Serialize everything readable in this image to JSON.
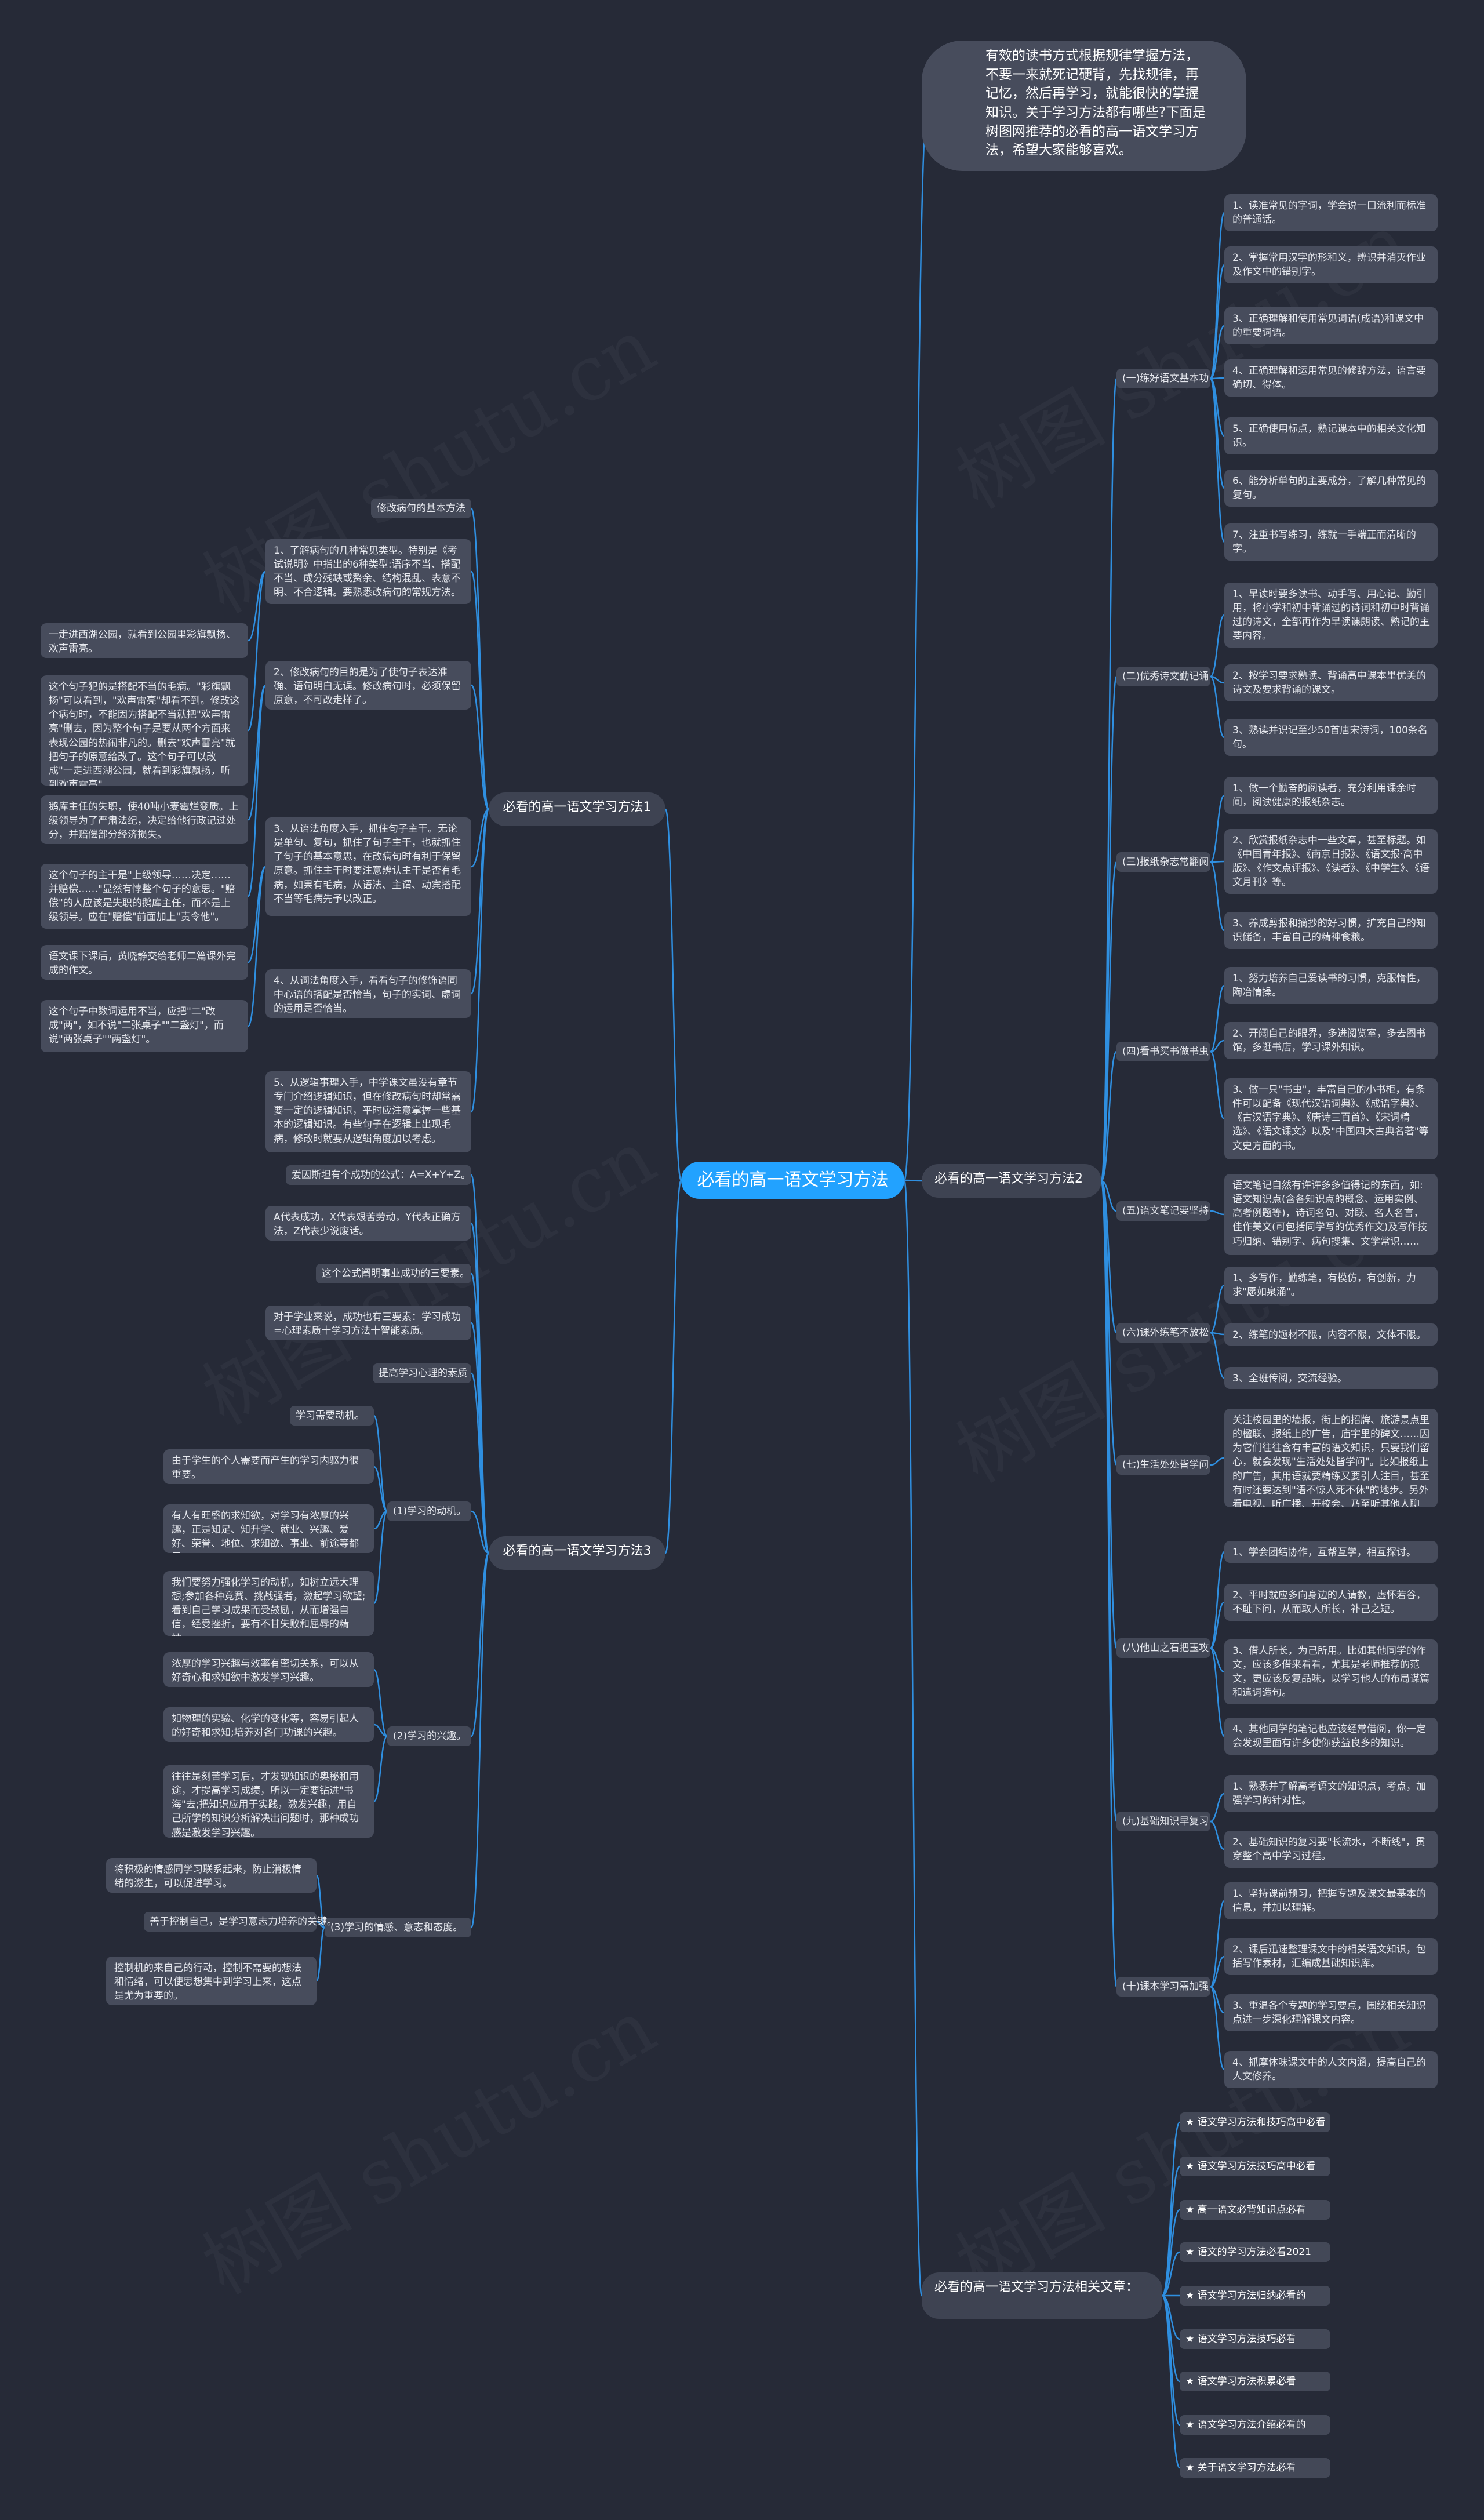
{
  "colors": {
    "background": "#262a37",
    "root": "#22a2ff",
    "line": "#2f8fe0",
    "node": "#474c5c",
    "text": "#e6e8ee"
  },
  "watermark": "树图 shutu.cn",
  "root": "必看的高一语文学习方法",
  "intro": "有效的读书方式根据规律掌握方法，不要一来就死记硬背，先找规律，再记忆，然后再学习，就能很快的掌握知识。关于学习方法都有哪些?下面是树图网推荐的必看的高一语文学习方法，希望大家能够喜欢。",
  "m1": {
    "label": "必看的高一语文学习方法1",
    "items": [
      "修改病句的基本方法",
      "1、了解病句的几种常见类型。特别是《考试说明》中指出的6种类型:语序不当、搭配不当、成分残缺或赘余、结构混乱、表意不明、不合逻辑。要熟悉改病句的常规方法。",
      "2、修改病句的目的是为了使句子表达准确、语句明白无误。修改病句时，必须保留原意，不可改走样了。",
      "3、从语法角度入手，抓住句子主干。无论是单句、复句，抓住了句子主干，也就抓住了句子的基本意思，在改病句时有利于保留原意。抓住主干时要注意辨认主干是否有毛病，如果有毛病，从语法、主谓、动宾搭配不当等毛病先予以改正。",
      "4、从词法角度入手，看看句子的修饰语同中心语的搭配是否恰当，句子的实词、虚词的运用是否恰当。",
      "5、从逻辑事理入手，中学课文虽没有章节专门介绍逻辑知识，但在修改病句时却常需要一定的逻辑知识，平时应注意掌握一些基本的逻辑知识。有些句子在逻辑上出现毛病，修改时就要从逻辑角度加以考虑。"
    ],
    "subs": {
      "s2a": "一走进西湖公园，就看到公园里彩旗飘扬、欢声雷亮。",
      "s2b": "这个句子犯的是搭配不当的毛病。\"彩旗飘扬\"可以看到，\"欢声雷亮\"却看不到。修改这个病句时，不能因为搭配不当就把\"欢声雷亮\"删去，因为整个句子是要从两个方面来表现公园的热闹非凡的。删去\"欢声雷亮\"就把句子的原意给改了。这个句子可以改成\"一走进西湖公园，就看到彩旗飘扬，听到欢声雷亮\"。",
      "s3a": "鹅库主任的失职，使40吨小麦霉烂变质。上级领导为了严肃法纪，决定给他行政记过处分，并赔偿部分经济损失。",
      "s3b": "这个句子的主干是\"上级领导……决定……并赔偿……\"显然有悖整个句子的意思。\"赔偿\"的人应该是失职的鹅库主任，而不是上级领导。应在\"赔偿\"前面加上\"责令他\"。",
      "s4a": "语文课下课后，黄晓静交给老师二篇课外完成的作文。",
      "s4b": "这个句子中数词运用不当，应把\"二\"改成\"两\"，如不说\"二张桌子\"\"二盏灯\"，而说\"两张桌子\"\"两盏灯\"。"
    }
  },
  "m3": {
    "label": "必看的高一语文学习方法3",
    "items": [
      "爱因斯坦有个成功的公式：A=X+Y+Z。",
      "A代表成功，X代表艰苦劳动，Y代表正确方法，Z代表少说废话。",
      "这个公式阐明事业成功的三要素。",
      "对于学业来说，成功也有三要素：学习成功=心理素质十学习方法十智能素质。",
      "提高学习心理的素质"
    ],
    "group1": {
      "label": "(1)学习的动机。",
      "items": [
        "学习需要动机。",
        "由于学生的个人需要而产生的学习内驱力很重要。",
        "有人有旺盛的求知欲，对学习有浓厚的兴趣，正是知足、知升学、就业、兴趣、爱好、荣誉、地位、求知欲、事业、前途等都是。",
        "我们要努力强化学习的动机，如树立远大理想;参加各种竞赛、挑战强者，激起学习欲望;看到自己学习成果而受鼓励，从而增强自信，经受挫折，要有不甘失败和屈辱的精神。"
      ]
    },
    "group2": {
      "label": "(2)学习的兴趣。",
      "items": [
        "浓厚的学习兴趣与效率有密切关系，可以从好奇心和求知欲中激发学习兴趣。",
        "如物理的实验、化学的变化等，容易引起人的好奇和求知;培养对各门功课的兴趣。",
        "往往是刻苦学习后，才发现知识的奥秘和用途，才提高学习成绩，所以一定要钻进\"书海\"去;把知识应用于实践，激发兴趣，用自己所学的知识分析解决出问题时，那种成功感是激发学习兴趣。"
      ]
    },
    "group3": {
      "label": "(3)学习的情感、意志和态度。",
      "items": [
        "将积极的情感同学习联系起来，防止消极情绪的滋生，可以促进学习。",
        "善于控制自己，是学习意志力培养的关键。",
        "控制机的来自己的行动，控制不需要的想法和情绪，可以使思想集中到学习上来，这点是尤为重要的。"
      ]
    }
  },
  "m2": {
    "label": "必看的高一语文学习方法2",
    "groups": [
      {
        "label": "(一)练好语文基本功",
        "items": [
          "1、读准常见的字词，学会说一口流利而标准的普通话。",
          "2、掌握常用汉字的形和义，辨识并消灭作业及作文中的错别字。",
          "3、正确理解和使用常见词语(成语)和课文中的重要词语。",
          "4、正确理解和运用常见的修辞方法，语言要确切、得体。",
          "5、正确使用标点，熟记课本中的相关文化知识。",
          "6、能分析单句的主要成分，了解几种常见的复句。",
          "7、注重书写练习，练就一手端正而清晰的字。"
        ]
      },
      {
        "label": "(二)优秀诗文勤记诵",
        "items": [
          "1、早读时要多读书、动手写、用心记、勤引用，将小学和初中背诵过的诗词和初中时背诵过的诗文，全部再作为早读课朗读、熟记的主要内容。",
          "2、按学习要求熟读、背诵高中课本里优美的诗文及要求背诵的课文。",
          "3、熟读并识记至少50首唐宋诗词，100条名句。"
        ]
      },
      {
        "label": "(三)报纸杂志常翻阅",
        "items": [
          "1、做一个勤奋的阅读者，充分利用课余时间，阅读健康的报纸杂志。",
          "2、欣赏报纸杂志中一些文章，甚至标题。如《中国青年报》、《南京日报》、《语文报·高中版》、《作文点评报》、《读者》、《中学生》、《语文月刊》等。",
          "3、养成剪报和摘抄的好习惯，扩充自己的知识储备，丰富自己的精神食粮。"
        ]
      },
      {
        "label": "(四)看书买书做书虫",
        "items": [
          "1、努力培养自己爱读书的习惯，克服惰性，陶冶情操。",
          "2、开阔自己的眼界，多进阅览室，多去图书馆，多逛书店，学习课外知识。",
          "3、做一只\"书虫\"，丰富自己的小书柜，有条件可以配备《现代汉语词典》、《成语字典》、《古汉语字典》、《唐诗三百首》、《宋词精选》、《语文课文》以及\"中国四大古典名著\"等文史方面的书。"
        ]
      },
      {
        "label": "(五)语文笔记要坚持",
        "items": [
          "语文笔记自然有许许多多值得记的东西，如:语文知识点(含各知识点的概念、运用实例、高考例题等)，诗词名句、对联、名人名言，佳作美文(可包括同学写的优秀作文)及写作技巧归纳、错别字、病句搜集、文学常识……"
        ]
      },
      {
        "label": "(六)课外练笔不放松",
        "items": [
          "1、多写作，勤练笔，有模仿，有创新，力求\"愿如泉涌\"。",
          "2、练笔的题材不限，内容不限，文体不限。",
          "3、全班传阅，交流经验。"
        ]
      },
      {
        "label": "(七)生活处处皆学问",
        "items": [
          "关注校园里的墙报，街上的招牌、旅游景点里的楹联、报纸上的广告，庙宇里的碑文……因为它们往往含有丰富的语文知识，只要我们留心，就会发现\"生活处处皆学问\"。比如报纸上的广告，其用语就要精练又要引人注目，甚至有时还要达到\"语不惊人死不休\"的地步。另外看电视、听广播、开校会、乃至听其他人聊天，也一样可以从中学到不少语文知识。"
        ]
      },
      {
        "label": "(八)他山之石把玉攻",
        "items": [
          "1、学会团结协作，互帮互学，相互探讨。",
          "2、平时就应多向身边的人请教，虚怀若谷，不耻下问，从而取人所长，补己之短。",
          "3、借人所长，为己所用。比如其他同学的作文，应该多借来看看，尤其是老师推荐的范文，更应该反复品味，以学习他人的布局谋篇和遣词造句。",
          "4、其他同学的笔记也应该经常借阅，你一定会发现里面有许多使你获益良多的知识。"
        ]
      },
      {
        "label": "(九)基础知识早复习",
        "items": [
          "1、熟悉并了解高考语文的知识点，考点，加强学习的针对性。",
          "2、基础知识的复习要\"长流水，不断线\"，贯穿整个高中学习过程。"
        ]
      },
      {
        "label": "(十)课本学习需加强",
        "items": [
          "1、坚持课前预习，把握专题及课文最基本的信息，并加以理解。",
          "2、课后迅速整理课文中的相关语文知识，包括写作素材，汇编成基础知识库。",
          "3、重温各个专题的学习要点，围绕相关知识点进一步深化理解课文内容。",
          "4、抓摩体味课文中的人文内涵，提高自己的人文修养。"
        ]
      }
    ]
  },
  "m4": {
    "label": "必看的高一语文学习方法相关文章：",
    "items": [
      "★ 语文学习方法和技巧高中必看",
      "★ 语文学习方法技巧高中必看",
      "★ 高一语文必背知识点必看",
      "★ 语文的学习方法必看2021",
      "★ 语文学习方法归纳必看的",
      "★ 语文学习方法技巧必看",
      "★ 语文学习方法积累必看",
      "★ 语文学习方法介绍必看的",
      "★ 关于语文学习方法必看"
    ]
  }
}
